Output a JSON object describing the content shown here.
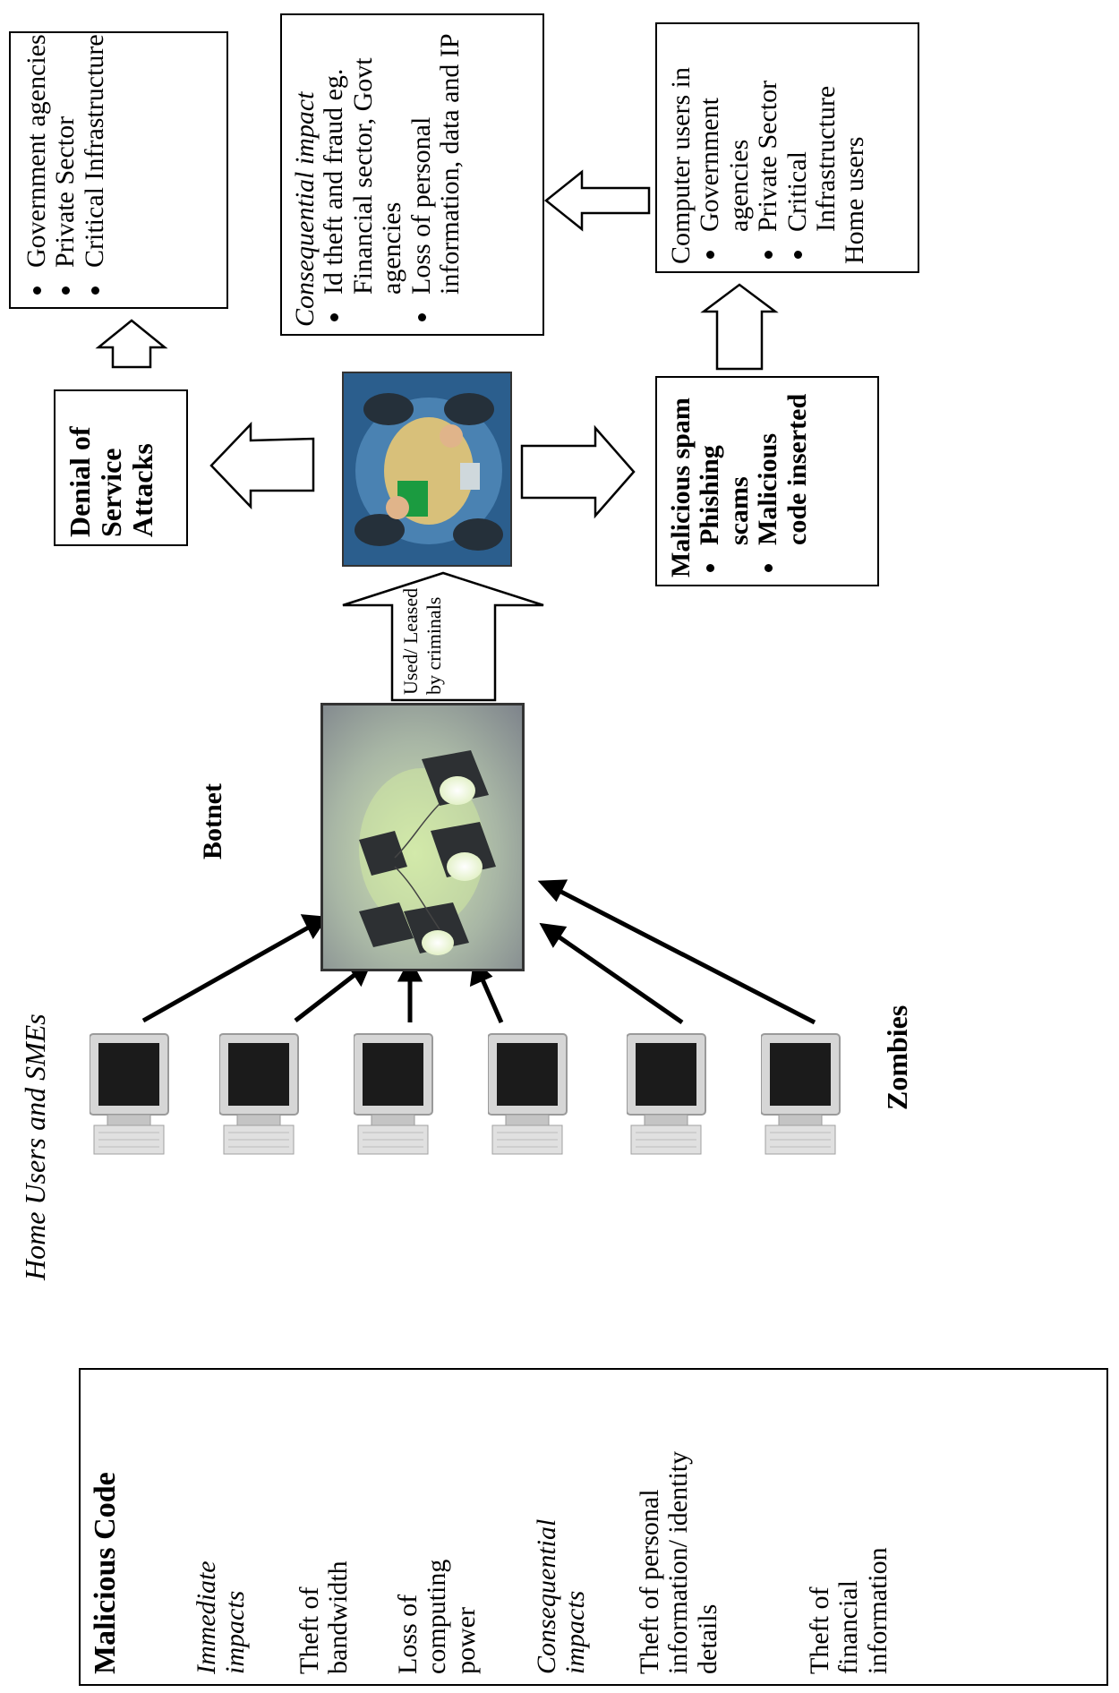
{
  "malicious_code_box": {
    "title": "Malicious Code",
    "immediate_heading": "Immediate impacts",
    "immediate_items": [
      "Theft of bandwidth",
      "Loss of computing power"
    ],
    "consequential_heading": "Consequential impacts",
    "consequential_items": [
      "Theft of personal information/ identity details",
      "Theft of financial information"
    ]
  },
  "home_users_label": "Home Users and SMEs",
  "zombies_label": "Zombies",
  "botnet_label": "Botnet",
  "used_leased_label": "Used/ Leased by criminals",
  "dos_box": {
    "title": "Denial of Service Attacks"
  },
  "targets_box": {
    "items": [
      "Government agencies",
      "Private Sector",
      "Critical Infrastructure"
    ]
  },
  "consequential_box": {
    "heading": "Consequential impact",
    "items": [
      "Id theft and fraud eg. Financial sector, Govt agencies",
      "Loss of personal information, data and IP"
    ]
  },
  "spam_box": {
    "title": "Malicious spam",
    "items": [
      "Phishing scams",
      "Malicious code inserted"
    ]
  },
  "computer_users_box": {
    "heading": "Computer users in",
    "items": [
      "Government agencies",
      "Private Sector",
      "Critical Infrastructure"
    ],
    "footer": "Home users"
  }
}
